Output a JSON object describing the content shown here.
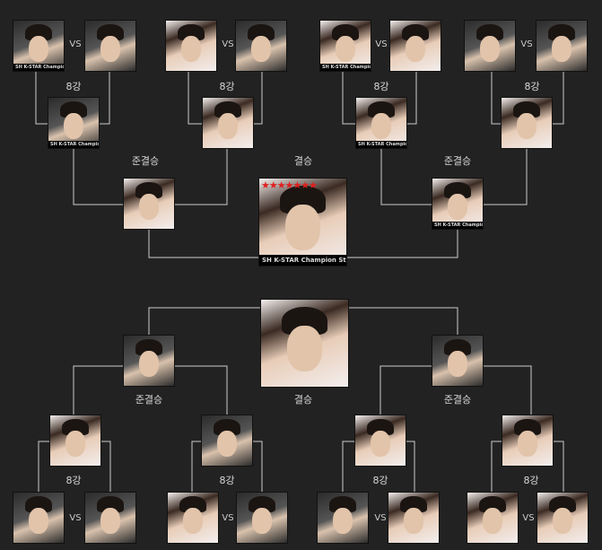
{
  "labels": {
    "vs": "VS",
    "quarter": "8강",
    "semi": "준결승",
    "final": "결승"
  },
  "badge": {
    "caption_a": "SH K-STAR",
    "caption_b": "Champion Star",
    "stars": "★★★★★★★"
  },
  "colors": {
    "background": "#222222",
    "line": "#cccccc",
    "star": "#e02020"
  }
}
